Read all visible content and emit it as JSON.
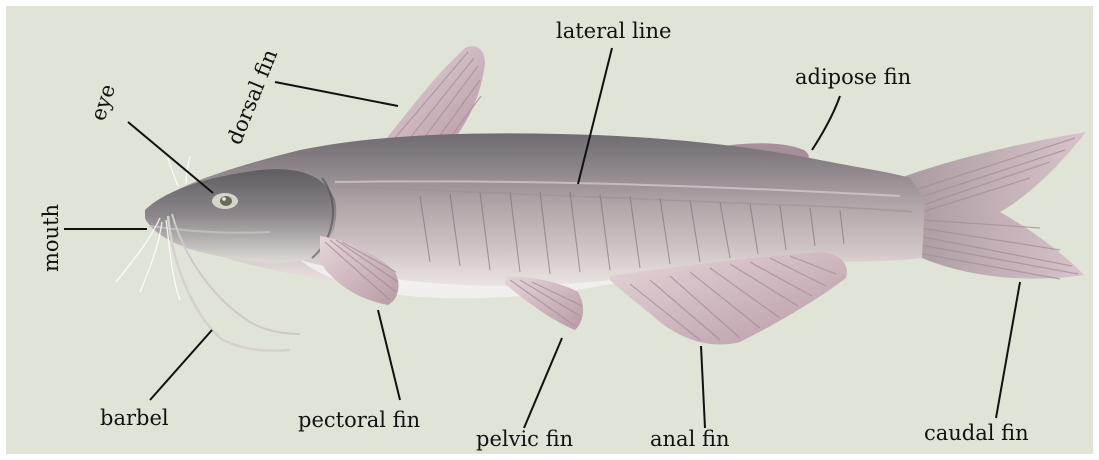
{
  "colors": {
    "background": "#dfe4d6",
    "frame": "#ffffff",
    "body_dark": "#8a8689",
    "body_mid": "#b6a9ae",
    "belly": "#eceae6",
    "fin": "#cdb6bf",
    "label_text": "#111111"
  },
  "labels": {
    "lateral_line": "lateral line",
    "adipose_fin": "adipose fin",
    "dorsal_fin": "dorsal fin",
    "eye": "eye",
    "mouth": "mouth",
    "barbel": "barbel",
    "pectoral_fin": "pectoral fin",
    "pelvic_fin": "pelvic fin",
    "anal_fin": "anal fin",
    "caudal_fin": "caudal fin"
  }
}
